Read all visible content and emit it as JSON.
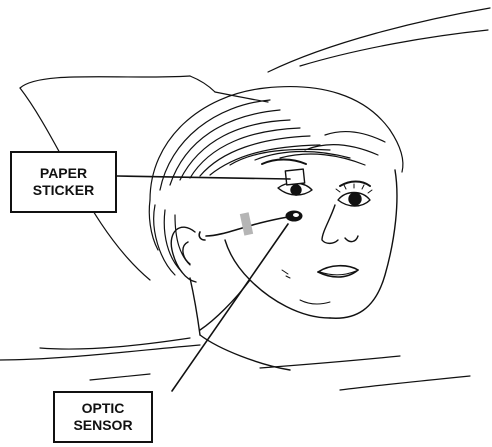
{
  "labels": {
    "paper_sticker": {
      "line1": "PAPER",
      "line2": "STICKER"
    },
    "optic_sensor": {
      "line1": "OPTIC",
      "line2": "SENSOR"
    }
  },
  "colors": {
    "ink": "#111111",
    "background": "#ffffff",
    "tape": "#b5b5b5"
  }
}
